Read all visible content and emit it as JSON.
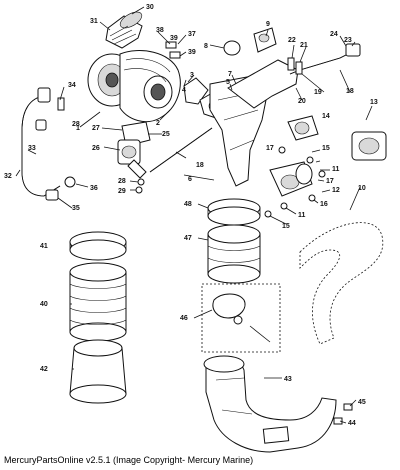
{
  "caption": "MercuryPartsOnline v2.5.1 (Image Copyright- Mercury Marine)",
  "callouts": [
    "1",
    "2",
    "3",
    "4",
    "5",
    "6",
    "7",
    "8",
    "9",
    "10",
    "11",
    "12",
    "13",
    "14",
    "15",
    "16",
    "17",
    "18",
    "19",
    "20",
    "21",
    "22",
    "23",
    "24",
    "25",
    "26",
    "27",
    "28",
    "29",
    "30",
    "31",
    "32",
    "33",
    "34",
    "35",
    "36",
    "37",
    "38",
    "39",
    "40",
    "41",
    "42",
    "43",
    "44",
    "45",
    "46",
    "47",
    "48"
  ]
}
